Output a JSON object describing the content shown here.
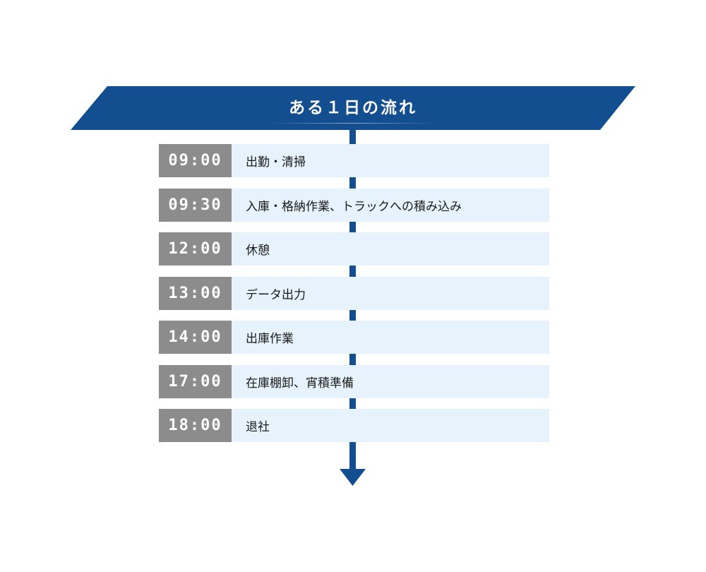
{
  "title": "ある１日の流れ",
  "colors": {
    "banner": "#134e91",
    "line": "#134e91",
    "time_bg": "#8c8c8c",
    "activity_bg": "#e6f3fc"
  },
  "schedule": [
    {
      "time": "09:00",
      "activity": "出勤・清掃"
    },
    {
      "time": "09:30",
      "activity": "入庫・格納作業、トラックへの積み込み"
    },
    {
      "time": "12:00",
      "activity": "休憩"
    },
    {
      "time": "13:00",
      "activity": "データ出力"
    },
    {
      "time": "14:00",
      "activity": "出庫作業"
    },
    {
      "time": "17:00",
      "activity": "在庫棚卸、宵積準備"
    },
    {
      "time": "18:00",
      "activity": "退社"
    }
  ]
}
